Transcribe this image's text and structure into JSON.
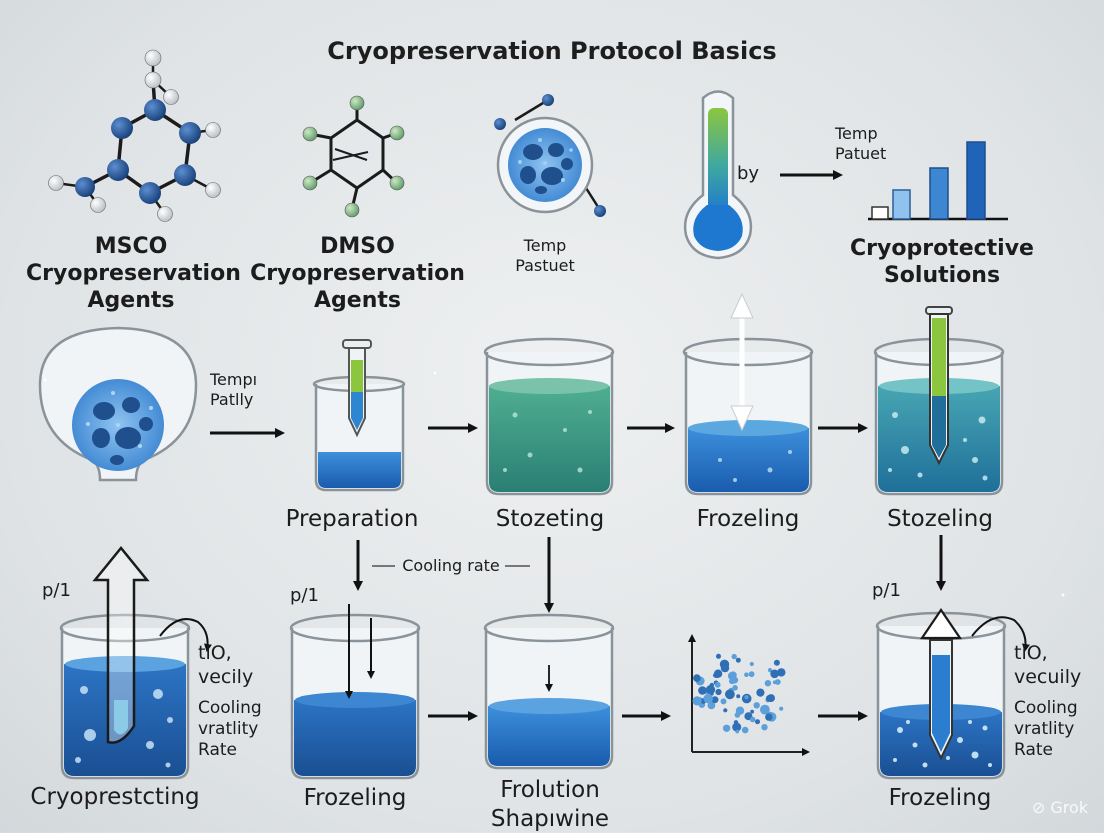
{
  "title": "Cryopreservation Protocol Basics",
  "top_row": {
    "msco_label": [
      "MSCO",
      "Cryopreservation",
      "Agents"
    ],
    "dmso_label": [
      "DMSO",
      "Cryopreservation",
      "Agents"
    ],
    "cell_label": [
      "Temp",
      "Pastuet"
    ],
    "thermo_by": "by",
    "chart_label": [
      "Temp",
      "Patuet"
    ],
    "cryo_solutions_label": [
      "Cryoprotective",
      "Solutions"
    ]
  },
  "middle_row": {
    "temp_label": [
      "Tempı",
      "Patlly"
    ],
    "steps": [
      "Preparation",
      "Stozeting",
      "Frozeling",
      "Stozeling"
    ],
    "cooling_rate": "Cooling rate"
  },
  "bottom_row": {
    "p_label": "p/1",
    "left_notes": [
      "tiO,",
      "vecily",
      "Cooling",
      "vratlity",
      "Rate"
    ],
    "right_notes": [
      "tiO,",
      "vecuily",
      "Cooling",
      "vratlity",
      "Rate"
    ],
    "captions": [
      "Cryoprestcting",
      "Frozeling",
      "Frolution",
      "Shapıwine",
      "Frozeling"
    ]
  },
  "watermark": "Grok",
  "colors": {
    "navy": "#1f4f8c",
    "blue": "#1e6fc0",
    "light_blue": "#5ba8e0",
    "teal": "#2a8a98",
    "green": "#2f8b6a",
    "lime": "#8cc63f",
    "glass": "#8a9399"
  }
}
